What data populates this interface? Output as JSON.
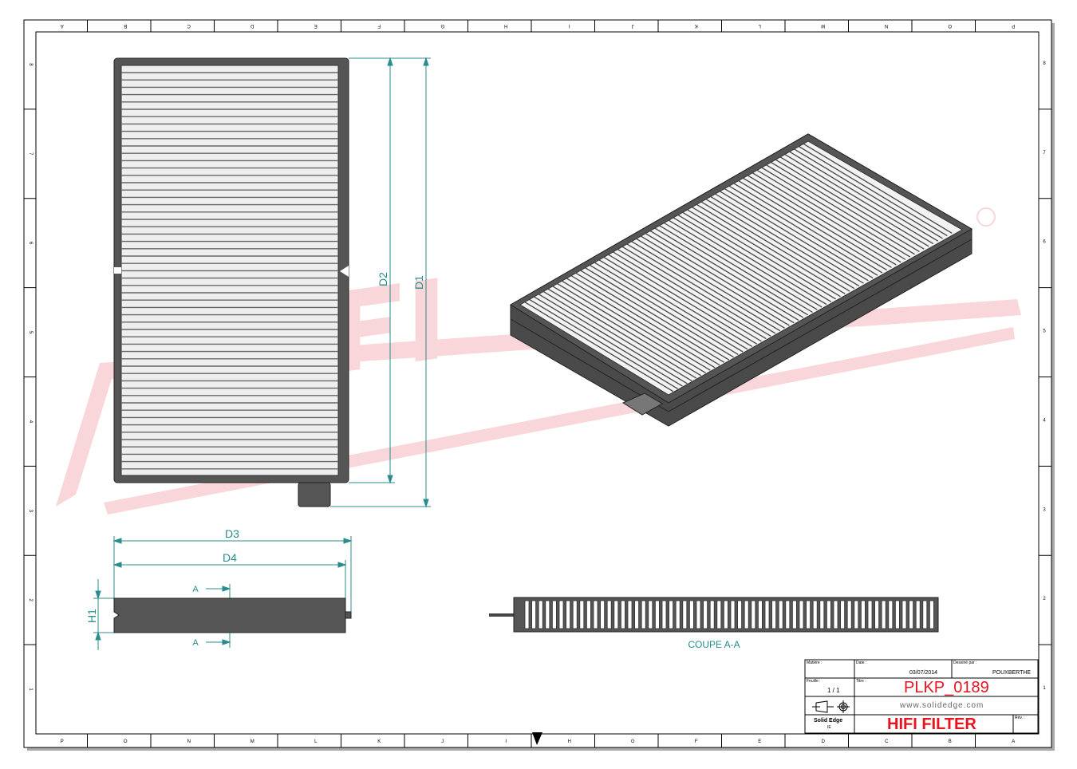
{
  "border": {
    "columns": [
      "P",
      "O",
      "N",
      "M",
      "L",
      "K",
      "J",
      "I",
      "H",
      "G",
      "F",
      "E",
      "D",
      "C",
      "B",
      "A"
    ],
    "rows": [
      "8",
      "7",
      "6",
      "5",
      "4",
      "3",
      "2",
      "1"
    ]
  },
  "dimensions": {
    "d1": "D1",
    "d2": "D2",
    "d3": "D3",
    "d4": "D4",
    "h1": "H1",
    "section_mark": "A"
  },
  "section_label": "COUPE A-A",
  "title_block": {
    "material_label": "Matière :",
    "date_label": "Date :",
    "date": "03/07/2014",
    "drawn_by_label": "Dessiné par :",
    "drawn_by": "POUXBERTHE",
    "sheet_label": "Feuille :",
    "sheet": "1 / 1",
    "title_label": "Titre :",
    "title": "PLKP_0189",
    "website": "www.solidedge.com",
    "software": "Solid Edge",
    "software_sub": "IE",
    "company": "HIFI FILTER",
    "rev_label": "Rév. :"
  },
  "colors": {
    "dimension": "#2a8c8c",
    "title_red": "#e8141e",
    "part": "#555555",
    "watermark": "#f6c9cc"
  }
}
